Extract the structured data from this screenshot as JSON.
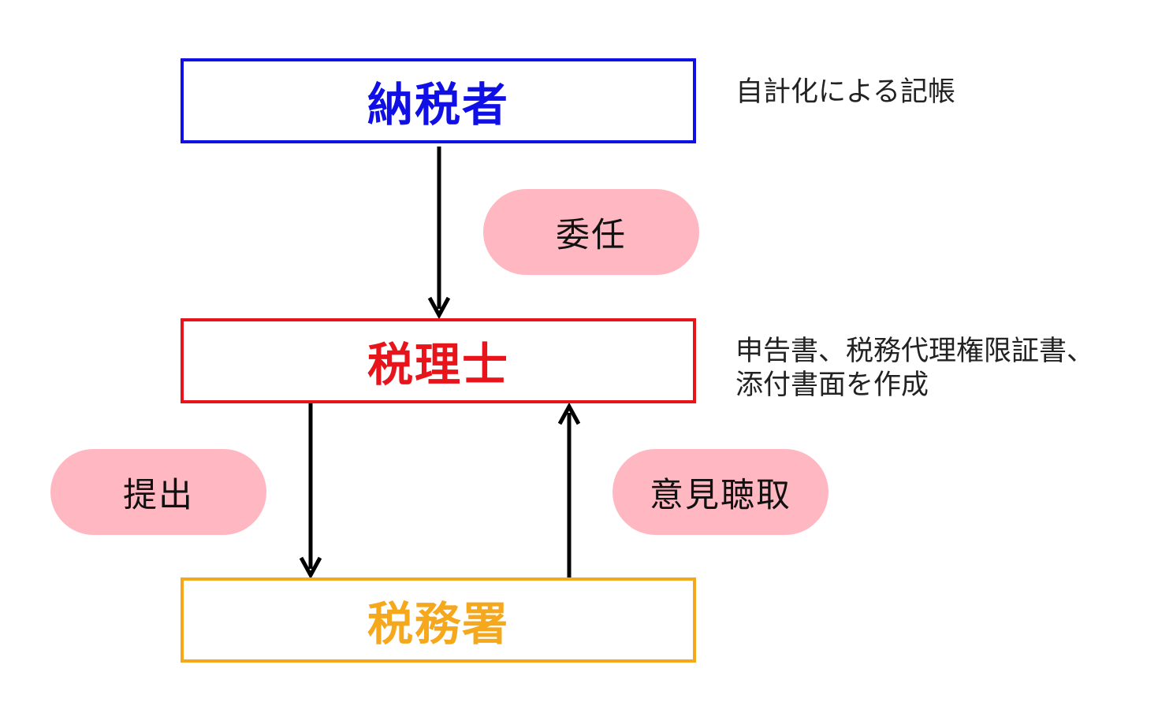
{
  "nodes": {
    "taxpayer": "納税者",
    "tax_accountant": "税理士",
    "tax_office": "税務署"
  },
  "edge_labels": {
    "delegation": "委任",
    "submission": "提出",
    "hearing": "意見聴取"
  },
  "notes": {
    "bookkeeping": "自計化による記帳",
    "documents_line1": "申告書、税務代理権限証書、",
    "documents_line2": "添付書面を作成"
  },
  "colors": {
    "taxpayer": "#1010e6",
    "tax_accountant": "#e8141c",
    "tax_office": "#f5a81c",
    "pill_fill": "#ffb8c1",
    "arrow": "#000000"
  }
}
